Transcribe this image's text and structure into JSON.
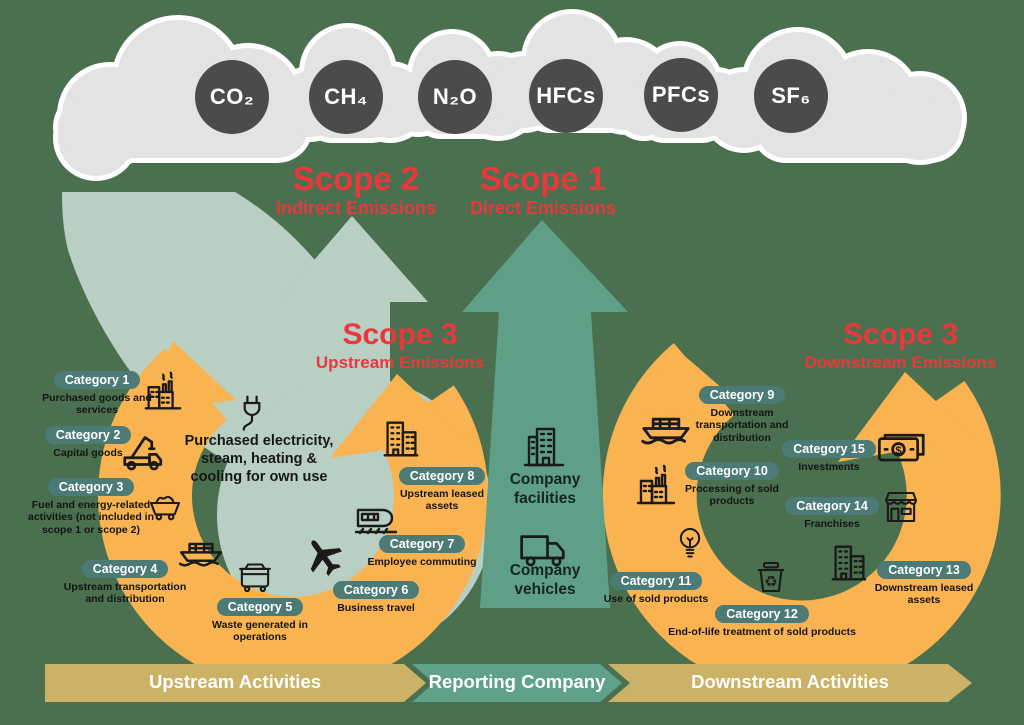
{
  "colors": {
    "background": "#4A7050",
    "scope_label_red": "#E8383C",
    "scope1_arrow_teal": "#5F9F88",
    "scope2_arc_sage": "#B9CFC3",
    "scope3_arc_orange": "#F9B350",
    "category_pill_teal": "#4C7A77",
    "cloud_gray": "#E2E3E2",
    "gas_circle_gray": "#4B4B4B",
    "band_tan": "#CBB267",
    "band_teal": "#5FA189"
  },
  "gases": [
    "CO₂",
    "CH₄",
    "N₂O",
    "HFCs",
    "PFCs",
    "SF₆"
  ],
  "scopes": {
    "scope2": {
      "title": "Scope 2",
      "subtitle": "Indirect Emissions"
    },
    "scope1": {
      "title": "Scope 1",
      "subtitle": "Direct Emissions"
    },
    "scope3_upstream": {
      "title": "Scope 3",
      "subtitle": "Upstream Emissions"
    },
    "scope3_downstream": {
      "title": "Scope 3",
      "subtitle": "Downstream Emissions"
    }
  },
  "center_arrow": {
    "facilities": "Company facilities",
    "vehicles": "Company vehicles"
  },
  "purchased_energy_note": "Purchased electricity, steam, heating & cooling for own use",
  "categories": [
    {
      "label": "Category 1",
      "desc": "Purchased goods and services",
      "icon": "factory"
    },
    {
      "label": "Category 2",
      "desc": "Capital goods",
      "icon": "crane-truck"
    },
    {
      "label": "Category 3",
      "desc": "Fuel and energy-related activities (not included in scope 1 or scope 2)",
      "icon": "mine-cart"
    },
    {
      "label": "Category 4",
      "desc": "Upstream transportation and distribution",
      "icon": "cargo-ship"
    },
    {
      "label": "Category 5",
      "desc": "Waste generated in operations",
      "icon": "dumpster"
    },
    {
      "label": "Category 6",
      "desc": "Business travel",
      "icon": "airplane"
    },
    {
      "label": "Category 7",
      "desc": "Employee commuting",
      "icon": "train"
    },
    {
      "label": "Category 8",
      "desc": "Upstream leased assets",
      "icon": "office-buildings"
    },
    {
      "label": "Category 9",
      "desc": "Downstream transportation and distribution",
      "icon": "cargo-ship"
    },
    {
      "label": "Category 10",
      "desc": "Processing of sold products",
      "icon": "factory"
    },
    {
      "label": "Category 11",
      "desc": "Use of sold products",
      "icon": "lightbulb"
    },
    {
      "label": "Category 12",
      "desc": "End-of-life treatment of sold products",
      "icon": "recycle-bin"
    },
    {
      "label": "Category 13",
      "desc": "Downstream leased assets",
      "icon": "office-buildings"
    },
    {
      "label": "Category 14",
      "desc": "Franchises",
      "icon": "storefront"
    },
    {
      "label": "Category 15",
      "desc": "Investments",
      "icon": "money"
    }
  ],
  "bottom_bands": {
    "upstream": "Upstream Activities",
    "reporting": "Reporting Company",
    "downstream": "Downstream Activities"
  }
}
